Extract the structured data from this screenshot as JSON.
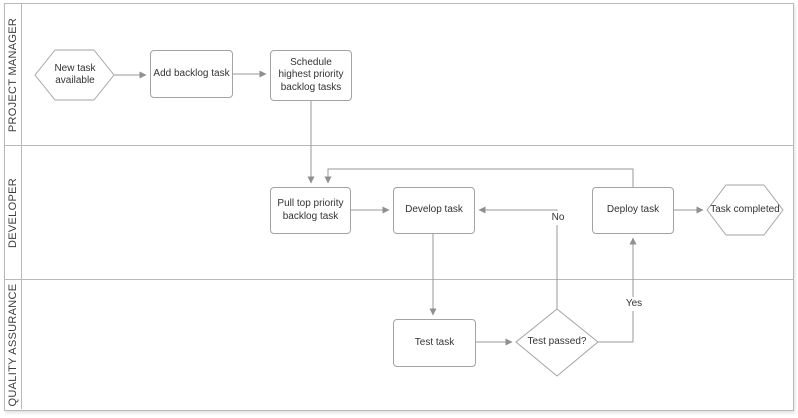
{
  "lanes": [
    {
      "label": "PROJECT MANAGER"
    },
    {
      "label": "DEVELOPER"
    },
    {
      "label": "QUALITY ASSURANCE"
    }
  ],
  "nodes": {
    "new_task": {
      "label": "New task available",
      "shape": "hexagon",
      "lane": "PROJECT MANAGER"
    },
    "add_backlog": {
      "label": "Add backlog task",
      "shape": "process",
      "lane": "PROJECT MANAGER"
    },
    "schedule": {
      "label": "Schedule highest priority backlog tasks",
      "shape": "process",
      "lane": "PROJECT MANAGER"
    },
    "pull": {
      "label": "Pull top priority backlog task",
      "shape": "process",
      "lane": "DEVELOPER"
    },
    "develop": {
      "label": "Develop task",
      "shape": "process",
      "lane": "DEVELOPER"
    },
    "deploy": {
      "label": "Deploy task",
      "shape": "process",
      "lane": "DEVELOPER"
    },
    "task_completed": {
      "label": "Task completed",
      "shape": "hexagon",
      "lane": "DEVELOPER"
    },
    "test": {
      "label": "Test task",
      "shape": "process",
      "lane": "QUALITY ASSURANCE"
    },
    "test_passed": {
      "label": "Test passed?",
      "shape": "decision",
      "lane": "QUALITY ASSURANCE"
    }
  },
  "edges": [
    {
      "from": "new_task",
      "to": "add_backlog",
      "label": ""
    },
    {
      "from": "add_backlog",
      "to": "schedule",
      "label": ""
    },
    {
      "from": "schedule",
      "to": "pull",
      "label": ""
    },
    {
      "from": "deploy",
      "to": "pull",
      "label": ""
    },
    {
      "from": "pull",
      "to": "develop",
      "label": ""
    },
    {
      "from": "develop",
      "to": "test",
      "label": ""
    },
    {
      "from": "test",
      "to": "test_passed",
      "label": ""
    },
    {
      "from": "test_passed",
      "to": "develop",
      "label": "No"
    },
    {
      "from": "test_passed",
      "to": "deploy",
      "label": "Yes"
    },
    {
      "from": "deploy",
      "to": "task_completed",
      "label": ""
    }
  ],
  "colors": {
    "shape_fill": "#ffffff",
    "shape_border": "#a3a3a3",
    "connector": "#999999",
    "text": "#333333",
    "lane_border": "#b9b9b9"
  }
}
